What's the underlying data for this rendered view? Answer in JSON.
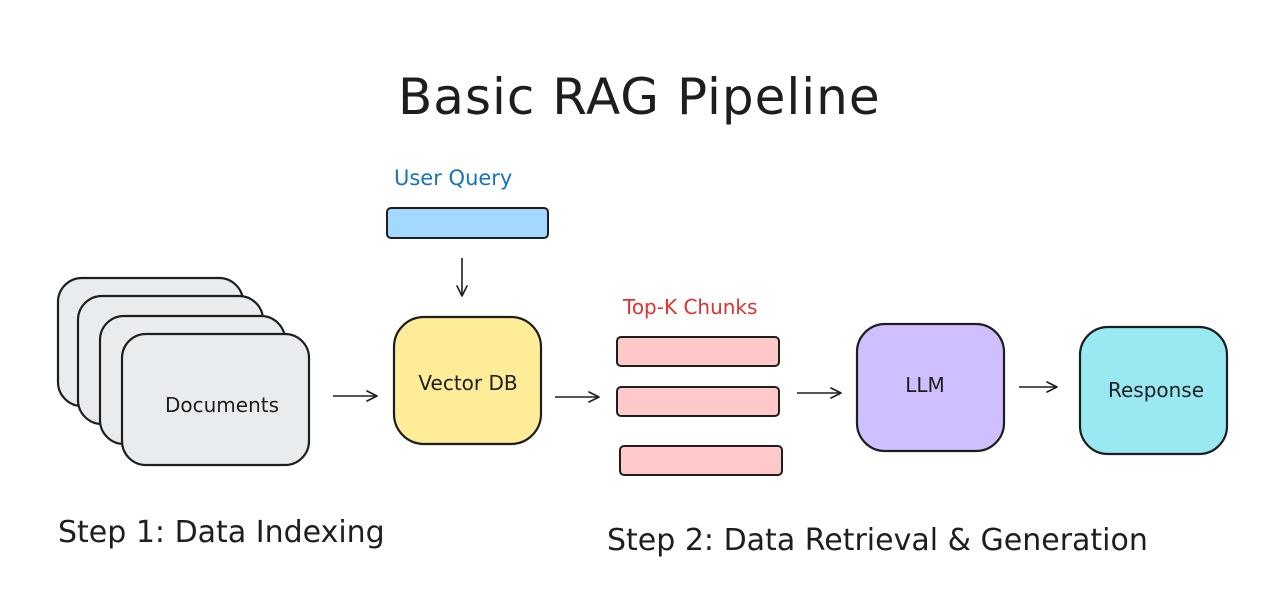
{
  "diagram": {
    "title": "Basic RAG Pipeline",
    "user_query_label": "User Query",
    "top_k_label": "Top-K Chunks",
    "nodes": {
      "documents": "Documents",
      "vector_db": "Vector DB",
      "llm": "LLM",
      "response": "Response"
    },
    "steps": {
      "step1": "Step 1: Data Indexing",
      "step2": "Step 2: Data Retrieval & Generation"
    },
    "colors": {
      "stroke": "#1e1e1e",
      "documents_fill": "#e9ecef",
      "query_fill": "#a5d8ff",
      "vector_db_fill": "#ffec99",
      "chunk_fill": "#ffc9c9",
      "llm_fill": "#d0bfff",
      "response_fill": "#99e9f2",
      "user_query_text": "#1971c2",
      "top_k_text": "#e03131"
    }
  }
}
